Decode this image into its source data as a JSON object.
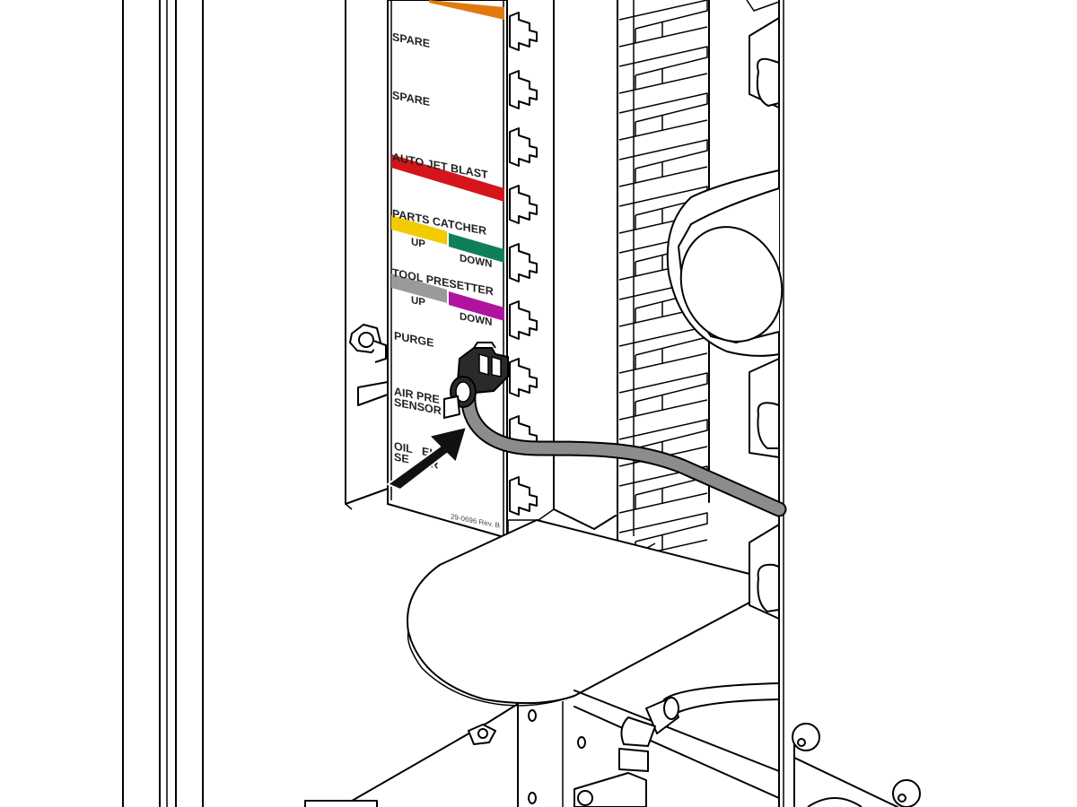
{
  "panel": {
    "labels": {
      "spare1": "SPARE",
      "spare2": "SPARE",
      "auto_jet_blast": "AUTO JET BLAST",
      "parts_catcher": "PARTS CATCHER",
      "parts_catcher_up": "UP",
      "parts_catcher_down": "DOWN",
      "tool_presetter": "TOOL PRESETTER",
      "tool_presetter_up": "UP",
      "tool_presetter_down": "DOWN",
      "purge": "PURGE",
      "air_pressure_line1": "AIR PRE",
      "air_pressure_line2": "SENSOR",
      "oil_level_line1": "OIL   EL",
      "oil_level_line2": "SE    OR",
      "revision": "29-0696 Rev. B"
    }
  },
  "colors": {
    "orange": "#E07A10",
    "red": "#D4161C",
    "yellow": "#F2CC00",
    "green": "#0E7F5A",
    "gray": "#9A9A9A",
    "magenta": "#B0139E",
    "cable": "#8C8C8C",
    "connector": "#2A2A2A",
    "arrow": "#111111"
  }
}
